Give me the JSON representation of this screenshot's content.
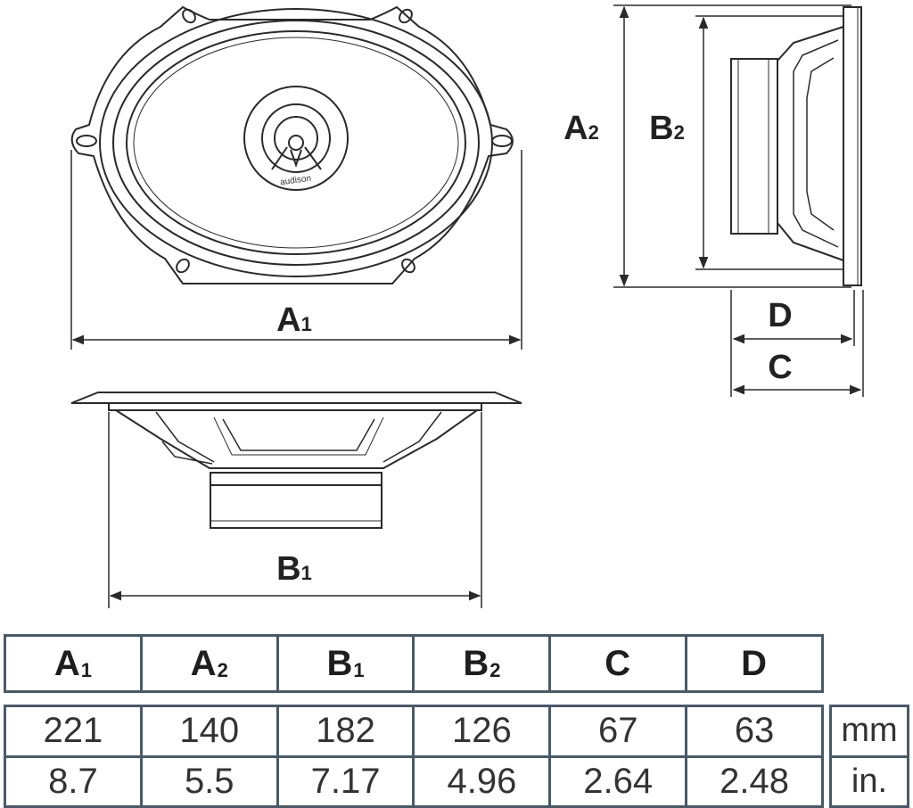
{
  "brand_text": "audison",
  "dimension_labels": {
    "A1": {
      "letter": "A",
      "sub": "1"
    },
    "A2": {
      "letter": "A",
      "sub": "2"
    },
    "B1": {
      "letter": "B",
      "sub": "1"
    },
    "B2": {
      "letter": "B",
      "sub": "2"
    },
    "C": {
      "letter": "C",
      "sub": ""
    },
    "D": {
      "letter": "D",
      "sub": ""
    }
  },
  "table": {
    "headers": [
      {
        "letter": "A",
        "sub": "1"
      },
      {
        "letter": "A",
        "sub": "2"
      },
      {
        "letter": "B",
        "sub": "1"
      },
      {
        "letter": "B",
        "sub": "2"
      },
      {
        "letter": "C",
        "sub": ""
      },
      {
        "letter": "D",
        "sub": ""
      }
    ],
    "rows": [
      {
        "unit": "mm",
        "values": [
          "221",
          "140",
          "182",
          "126",
          "67",
          "63"
        ]
      },
      {
        "unit": "in.",
        "values": [
          "8.7",
          "5.5",
          "7.17",
          "4.96",
          "2.64",
          "2.48"
        ]
      }
    ]
  },
  "colors": {
    "line": "#2a2a2a",
    "table_border": "#4a5966",
    "text": "#222222"
  }
}
